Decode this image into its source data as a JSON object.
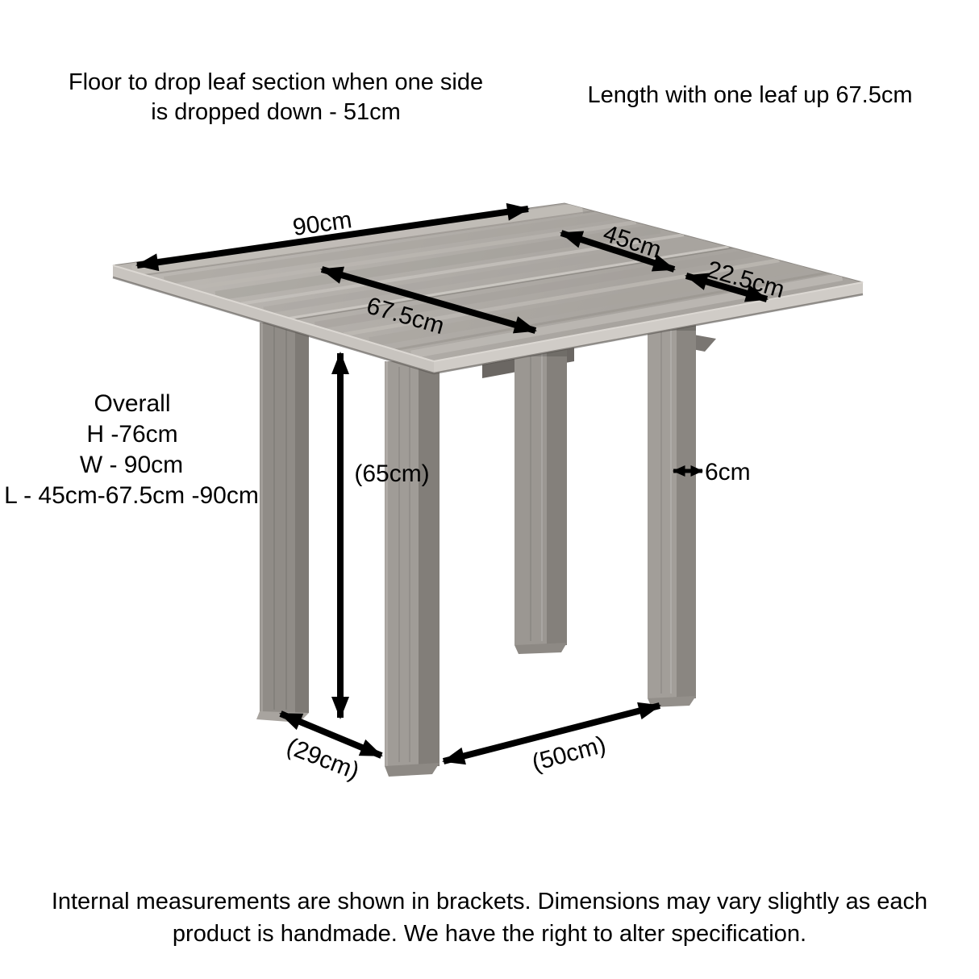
{
  "notes": {
    "drop_leaf": {
      "line1": "Floor to drop leaf section when one side",
      "line2": "is dropped down - 51cm"
    },
    "leaf_up": "Length with one leaf up 67.5cm"
  },
  "overall": {
    "title": "Overall",
    "height": "H -76cm",
    "width": "W - 90cm",
    "length": "L - 45cm-67.5cm -90cm"
  },
  "dimensions": {
    "top_width": "90cm",
    "closed_length": "45cm",
    "leaf_half": "22.5cm",
    "one_leaf_length": "67.5cm",
    "underside_height": "(65cm)",
    "leg_width": "6cm",
    "leg_spacing_side": "(29cm)",
    "leg_spacing_front": "(50cm)"
  },
  "footer": {
    "line1": "Internal measurements are shown in brackets. Dimensions may vary slightly as each",
    "line2": "product is handmade. We have the right to alter specification."
  },
  "colors": {
    "background": "#ffffff",
    "text": "#000000",
    "arrow": "#000000",
    "wood_top_light": "#bab6b1",
    "wood_top": "#b0aca7",
    "wood_edge": "#ccc8c3",
    "wood_leg_light": "#a09c97",
    "wood_leg": "#908c87",
    "wood_leg_dark": "#827e79",
    "wood_shadow": "#6b6763"
  }
}
